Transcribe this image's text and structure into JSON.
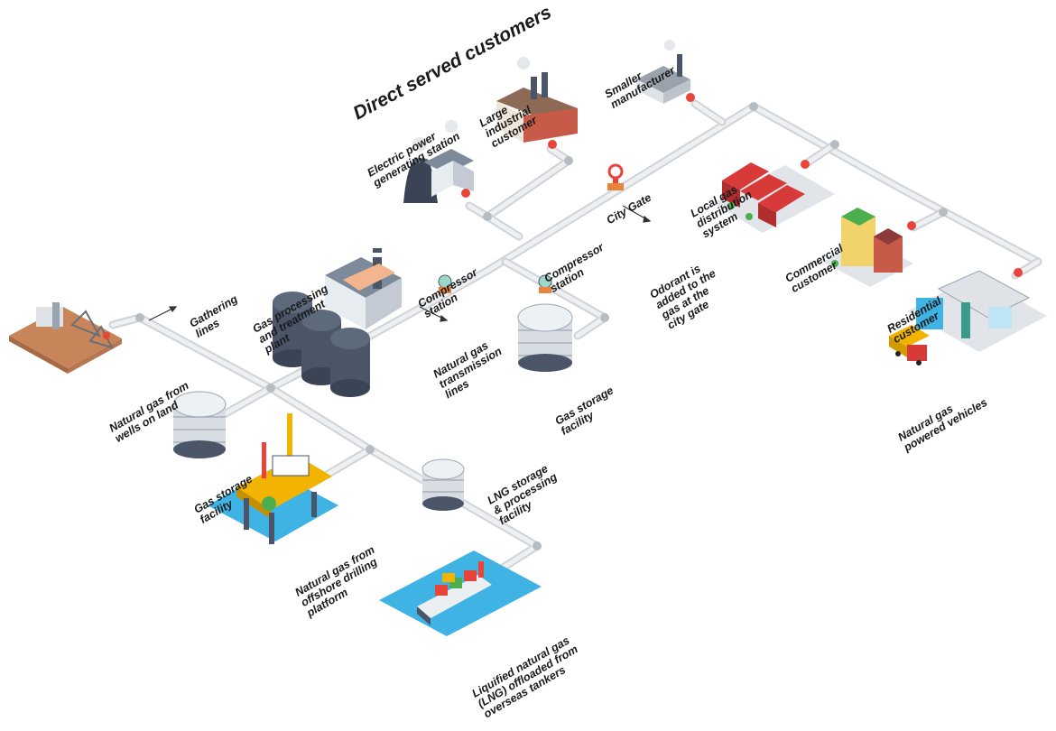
{
  "diagram": {
    "title": "Direct served customers",
    "labels": {
      "wells_on_land": [
        "Natural gas from",
        "wells on land"
      ],
      "gathering_lines": [
        "Gathering",
        "lines"
      ],
      "gas_processing": [
        "Gas processing",
        "and treatment",
        "plant"
      ],
      "gas_storage_left": [
        "Gas storage",
        "facility"
      ],
      "offshore_platform": [
        "Natural gas from",
        "offshore drilling",
        "platform"
      ],
      "lng_storage": [
        "LNG storage",
        "& processing",
        "facility"
      ],
      "lng_tankers": [
        "Liquified natural gas",
        "(LNG) offloaded from",
        "overseas tankers"
      ],
      "compressor_station_1": [
        "Compressor",
        "station"
      ],
      "transmission_lines": [
        "Natural gas",
        "transmission",
        "lines"
      ],
      "compressor_station_2": [
        "Compressor",
        "station"
      ],
      "gas_storage_right": [
        "Gas storage",
        "facility"
      ],
      "power_station": [
        "Electric power",
        "generating station"
      ],
      "large_industrial": [
        "Large",
        "industrial",
        "customer"
      ],
      "smaller_manufacturer": [
        "Smaller",
        "manufacturer"
      ],
      "city_gate": [
        "City Gate"
      ],
      "odorant": [
        "Odorant is",
        "added to the",
        "gas at the",
        "city gate"
      ],
      "local_distribution": [
        "Local gas",
        "distribution",
        "system"
      ],
      "commercial": [
        "Commercial",
        "customer"
      ],
      "residential": [
        "Residential",
        "customer"
      ],
      "vehicles": [
        "Natural gas",
        "powered vehicles"
      ]
    },
    "colors": {
      "pipe": "#cfd3d8",
      "valve": "#e8443a",
      "tank": "#4a5568",
      "water": "#3fb3e3",
      "building_red": "#d83a3a",
      "ground": "#c9855a"
    }
  }
}
